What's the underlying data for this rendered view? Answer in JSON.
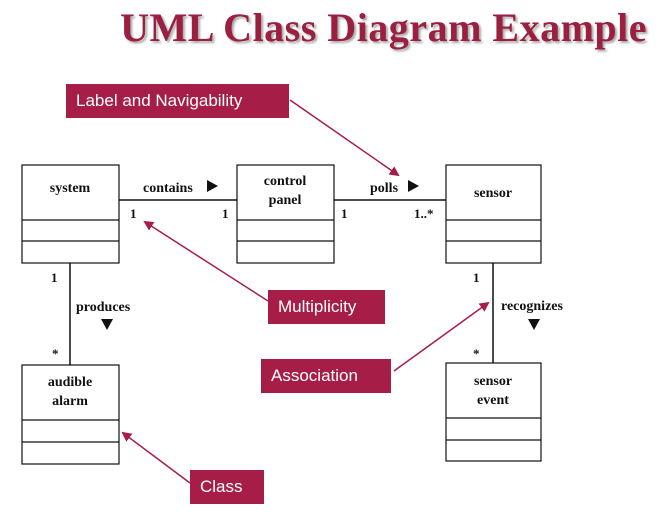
{
  "title": "UML Class Diagram Example",
  "callouts": {
    "label_navigability": "Label and Navigability",
    "multiplicity": "Multiplicity",
    "association": "Association",
    "class": "Class"
  },
  "classes": {
    "system": "system",
    "control_panel": [
      "control",
      "panel"
    ],
    "sensor": "sensor",
    "audible_alarm": [
      "audible",
      "alarm"
    ],
    "sensor_event": [
      "sensor",
      "event"
    ]
  },
  "associations": {
    "contains": {
      "label": "contains",
      "arrow": "right",
      "mult_a": "1",
      "mult_b": "1"
    },
    "polls": {
      "label": "polls",
      "arrow": "right",
      "mult_a": "1",
      "mult_b": "1..*"
    },
    "produces": {
      "label": "produces",
      "arrow": "down",
      "mult_a": "1",
      "mult_b": "*"
    },
    "recognizes": {
      "label": "recognizes",
      "arrow": "down",
      "mult_a": "1",
      "mult_b": "*"
    }
  },
  "colors": {
    "title": "#9b1f3f",
    "callout_bg": "#a61e47",
    "callout_arrow": "#a61e47",
    "line": "#111111"
  }
}
